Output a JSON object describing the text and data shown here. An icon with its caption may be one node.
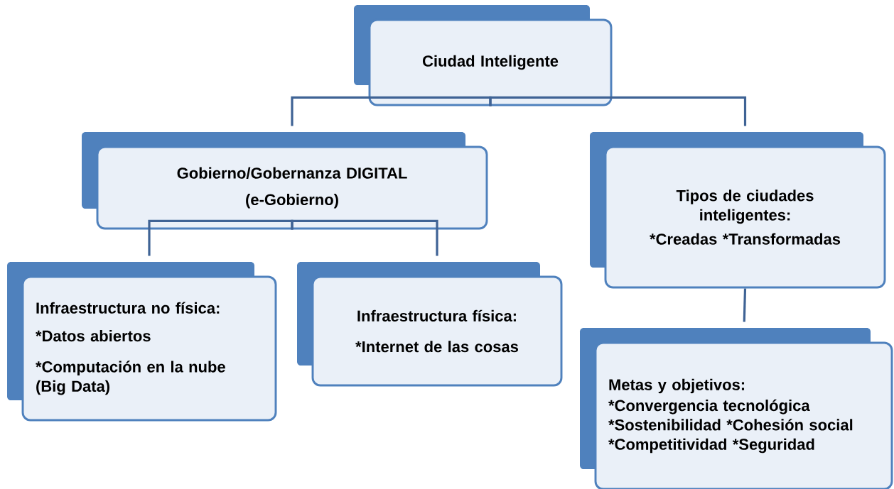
{
  "diagram": {
    "nodes": [
      {
        "text": [
          "Ciudad Inteligente"
        ]
      },
      {
        "text": [
          "Gobierno/Gobernanza DIGITAL",
          "(e-Gobierno)"
        ]
      },
      {
        "text": [
          "Tipos de ciudades inteligentes:",
          "*Creadas  *Transformadas"
        ]
      },
      {
        "text": [
          "Infraestructura no física:",
          "*Datos abiertos",
          "*Computación en la nube (Big Data)"
        ]
      },
      {
        "text": [
          "Infraestructura física:",
          "*Internet de las cosas"
        ]
      },
      {
        "text": [
          "Metas y objetivos:",
          "*Convergencia tecnológica *Sostenibilidad *Cohesión social *Competitividad *Seguridad"
        ]
      }
    ],
    "edges": [
      {
        "from": 0,
        "to": 1,
        "arrow": "none"
      },
      {
        "from": 0,
        "to": 2,
        "arrow": "none"
      },
      {
        "from": 1,
        "to": 3,
        "arrow": "none"
      },
      {
        "from": 1,
        "to": 4,
        "arrow": "none"
      },
      {
        "from": 2,
        "to": 5,
        "arrow": "none"
      }
    ]
  }
}
